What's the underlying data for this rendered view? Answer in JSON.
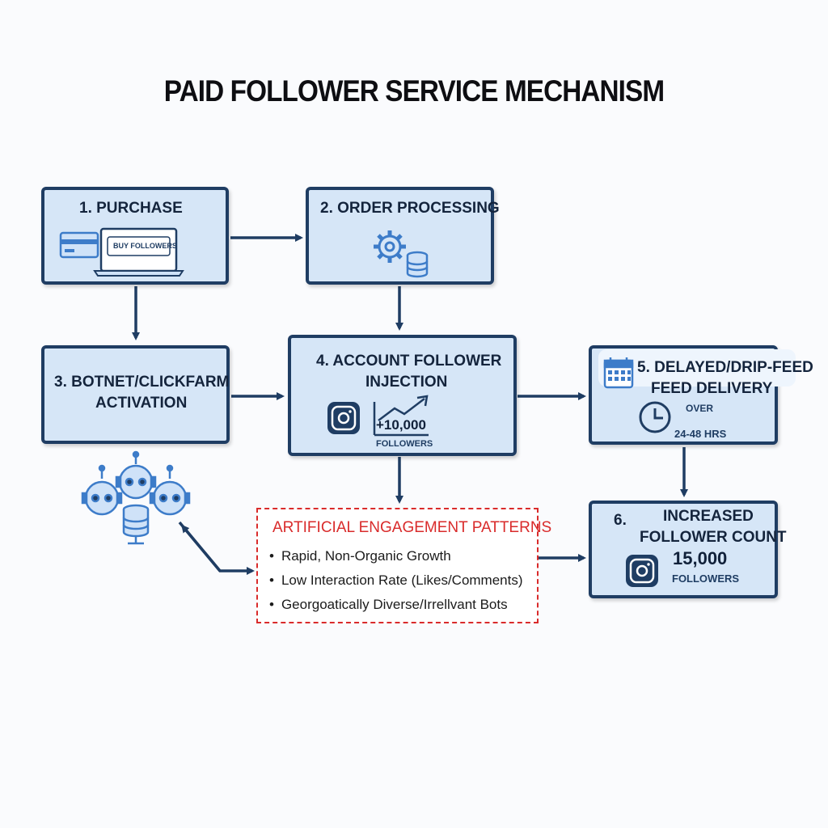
{
  "title": "PAID FOLLOWER SERVICE MECHANISM",
  "steps": {
    "s1": {
      "label": "1. PURCHASE",
      "screen_text": "BUY FOLLOWERS"
    },
    "s2": {
      "label": "2. ORDER PROCESSING"
    },
    "s3": {
      "line1": "3. BOTNET/CLICKFARM",
      "line2": "ACTIVATION"
    },
    "s4": {
      "line1": "4. ACCOUNT FOLLOWER",
      "line2": "INJECTION",
      "value": "+10,000",
      "unit": "FOLLOWERS"
    },
    "s5": {
      "line1": "5. DELAYED/DRIP-FEED",
      "line2": "FEED DELIVERY",
      "over": "OVER",
      "duration": "24-48 HRS"
    },
    "s6": {
      "num": "6.",
      "line1": "INCREASED",
      "line2": "FOLLOWER COUNT",
      "value": "15,000",
      "unit": "FOLLOWERS"
    }
  },
  "patterns": {
    "title": "ARTIFICIAL ENGAGEMENT PATTERNS",
    "items": [
      "Rapid, Non-Organic Growth",
      "Low Interaction Rate (Likes/Comments)",
      "Georgoatically Diverse/Irrellvant Bots"
    ]
  },
  "icons": [
    "credit-card",
    "laptop",
    "gear",
    "database",
    "robot",
    "instagram",
    "trend-arrow",
    "calendar",
    "clock"
  ],
  "colors": {
    "box_fill": "#d6e6f7",
    "box_border": "#1f3d63",
    "arrow": "#1f3d63",
    "icon": "#3d7cc9",
    "warning": "#d92b2b"
  }
}
